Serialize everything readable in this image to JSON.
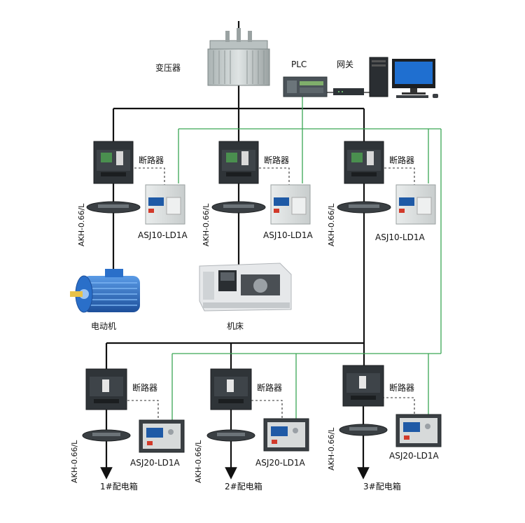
{
  "labels": {
    "transformer": "变压器",
    "plc": "PLC",
    "gateway": "网关",
    "breaker": "断路器",
    "ct": "AKH-0.66/L",
    "meter_top": "ASJ10-LD1A",
    "meter_bottom": "ASJ20-LD1A",
    "motor": "电动机",
    "lathe": "机床",
    "box1": "1#配电箱",
    "box2": "2#配电箱",
    "box3": "3#配电箱"
  },
  "colors": {
    "power_line": "#111111",
    "comm_line": "#3aa655",
    "dashed": "#333333",
    "breaker_dark": "#2f3438",
    "breaker_green": "#4a8f4f",
    "meter_body": "#d9dcdc",
    "meter_blue": "#1f5aa6",
    "motor_blue": "#2a6fc9"
  }
}
